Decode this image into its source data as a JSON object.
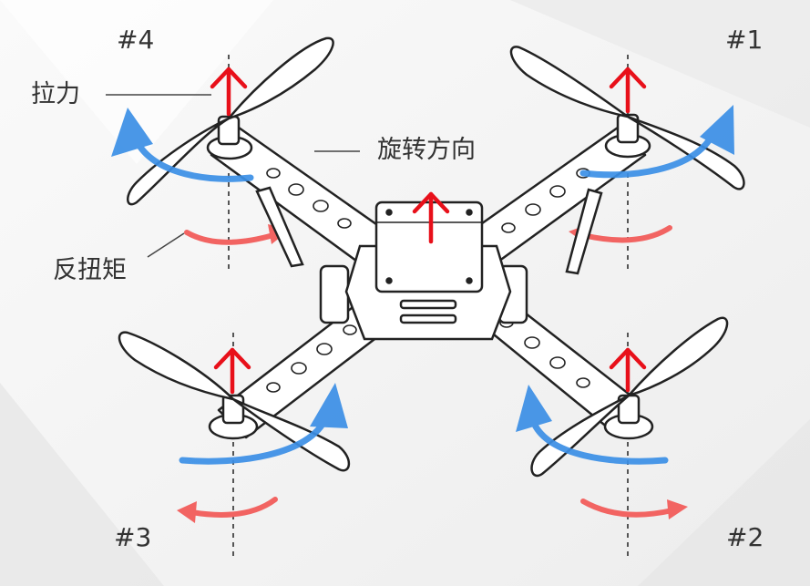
{
  "labels": {
    "motor1": "#1",
    "motor2": "#2",
    "motor3": "#3",
    "motor4": "#4",
    "thrust": "拉力",
    "rotation_direction": "旋转方向",
    "reaction_torque": "反扭矩"
  },
  "colors": {
    "background": "#f4f4f4",
    "thrust_arrow": "#e8101a",
    "rotation_arrow": "#3b8fe6",
    "torque_arrow": "#f26462",
    "frame_fill": "#ffffff",
    "frame_stroke": "#222222",
    "leader_line": "#444444"
  },
  "icons": {
    "thrust": "red-up-arrow",
    "rotation": "blue-curved-arrow",
    "torque": "red-curved-arrow",
    "axis": "dashed-vertical-line"
  }
}
